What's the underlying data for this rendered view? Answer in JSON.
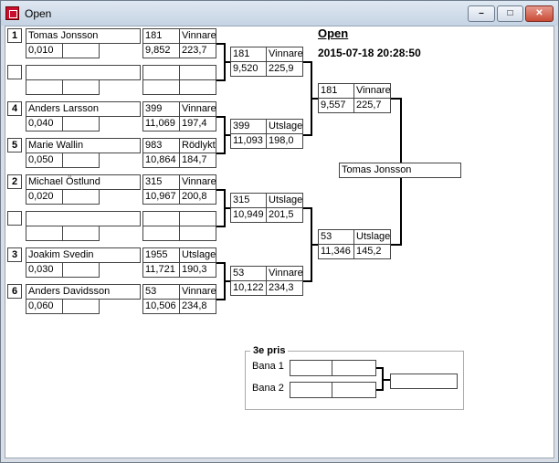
{
  "window": {
    "title": "Open"
  },
  "header": {
    "title": "Open",
    "datetime": "2015-07-18 20:28:50"
  },
  "round1": [
    {
      "seed": "1",
      "name": "Tomas Jonsson",
      "rt": "0,010",
      "lane": "181",
      "result": "Vinnare",
      "et": "9,852",
      "speed": "223,7"
    },
    {
      "seed": "",
      "name": "",
      "rt": "",
      "lane": "",
      "result": "",
      "et": "",
      "speed": ""
    },
    {
      "seed": "4",
      "name": "Anders Larsson",
      "rt": "0,040",
      "lane": "399",
      "result": "Vinnare",
      "et": "11,069",
      "speed": "197,4"
    },
    {
      "seed": "5",
      "name": "Marie Wallin",
      "rt": "0,050",
      "lane": "983",
      "result": "Rödlykta",
      "et": "10,864",
      "speed": "184,7"
    },
    {
      "seed": "2",
      "name": "Michael Östlund",
      "rt": "0,020",
      "lane": "315",
      "result": "Vinnare",
      "et": "10,967",
      "speed": "200,8"
    },
    {
      "seed": "",
      "name": "",
      "rt": "",
      "lane": "",
      "result": "",
      "et": "",
      "speed": ""
    },
    {
      "seed": "3",
      "name": "Joakim Svedin",
      "rt": "0,030",
      "lane": "1955",
      "result": "Utslagen",
      "et": "11,721",
      "speed": "190,3"
    },
    {
      "seed": "6",
      "name": "Anders Davidsson",
      "rt": "0,060",
      "lane": "53",
      "result": "Vinnare",
      "et": "10,506",
      "speed": "234,8"
    }
  ],
  "round2": [
    {
      "lane": "181",
      "result": "Vinnare",
      "et": "9,520",
      "speed": "225,9"
    },
    {
      "lane": "399",
      "result": "Utslagen",
      "et": "11,093",
      "speed": "198,0"
    },
    {
      "lane": "315",
      "result": "Utslagen",
      "et": "10,949",
      "speed": "201,5"
    },
    {
      "lane": "53",
      "result": "Vinnare",
      "et": "10,122",
      "speed": "234,3"
    }
  ],
  "semis": [
    {
      "lane": "181",
      "result": "Vinnare",
      "et": "9,557",
      "speed": "225,7"
    },
    {
      "lane": "53",
      "result": "Utslagen",
      "et": "11,346",
      "speed": "145,2"
    }
  ],
  "winner": "Tomas Jonsson",
  "third_place": {
    "label": "3e pris",
    "lane1_label": "Bana 1",
    "lane2_label": "Bana 2"
  }
}
